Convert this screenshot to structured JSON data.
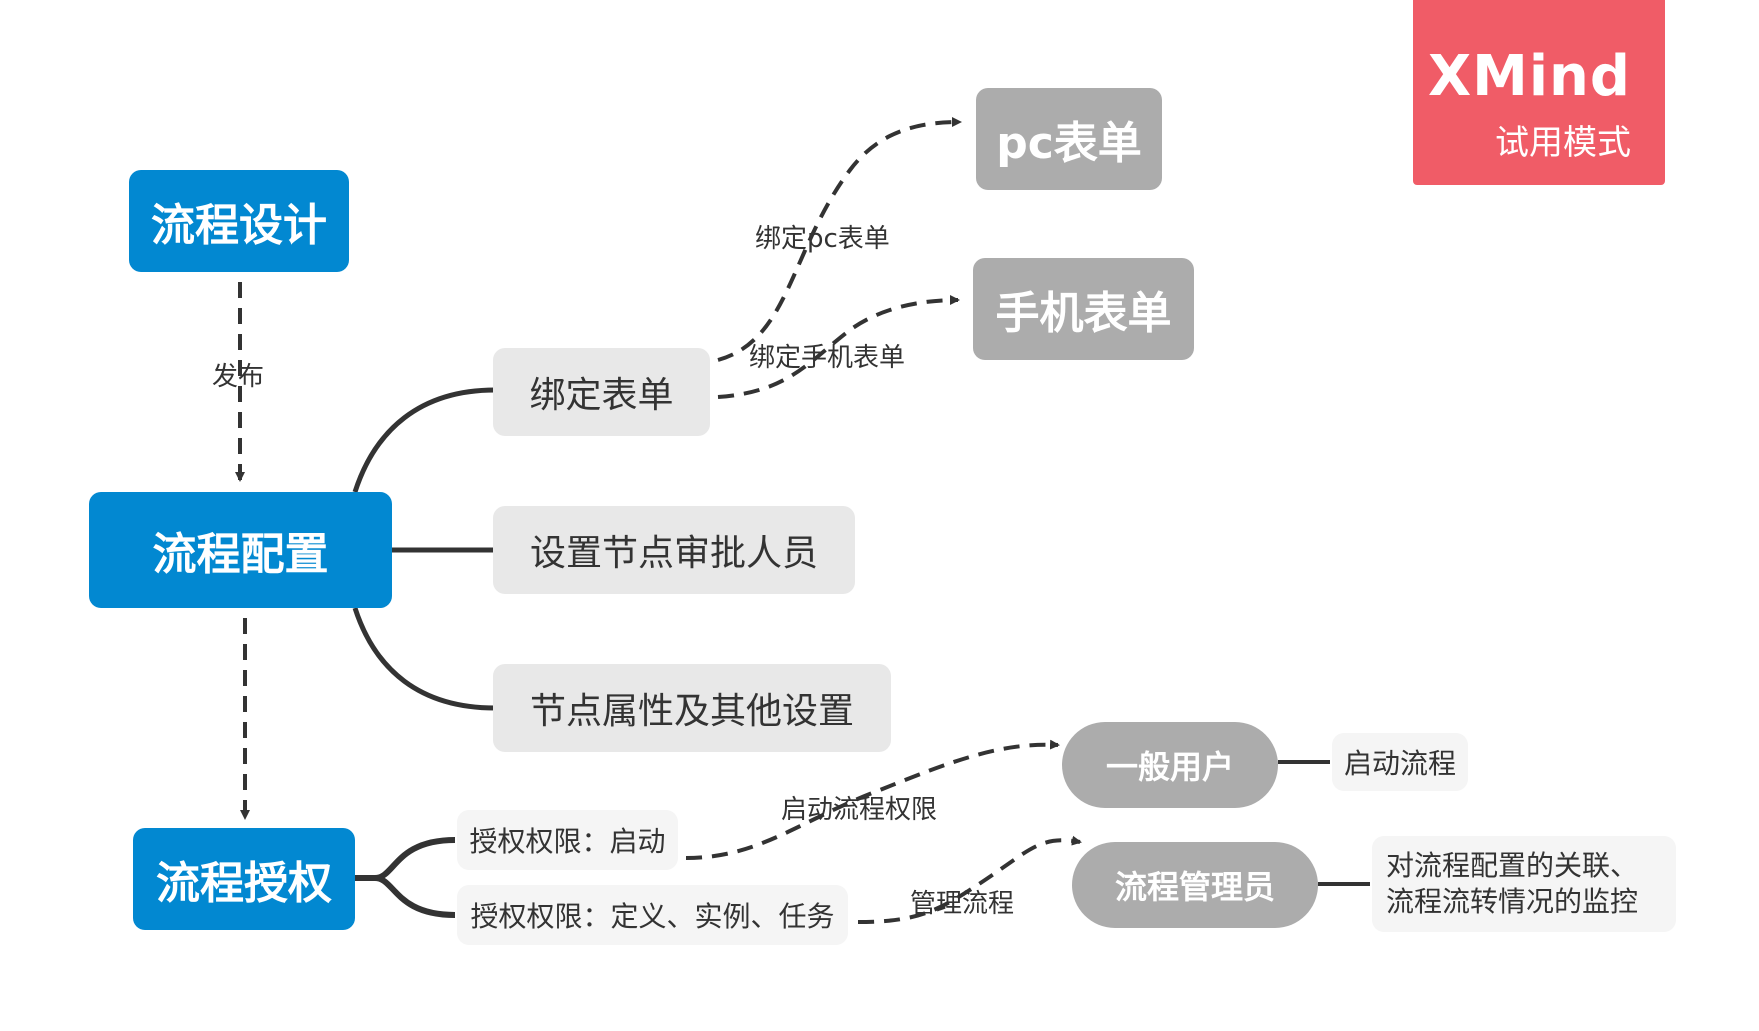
{
  "watermark": {
    "brand": "XMind",
    "mode": "试用模式",
    "color": "#f05c67"
  },
  "colors": {
    "primary_node": "#0288d1",
    "secondary_node": "#acacac",
    "subtopic": "#e8e8e8",
    "detail": "#f5f5f5",
    "line": "#333333"
  },
  "nodes": {
    "design": "流程设计",
    "config": "流程配置",
    "auth": "流程授权",
    "bind_form": "绑定表单",
    "set_approvers": "设置节点审批人员",
    "node_props": "节点属性及其他设置",
    "pc_form": "pc表单",
    "mobile_form": "手机表单",
    "auth_start": "授权权限：启动",
    "auth_define": "授权权限：定义、实例、任务",
    "general_user": "一般用户",
    "admin": "流程管理员",
    "start_process": "启动流程",
    "admin_desc_line1": "对流程配置的关联、",
    "admin_desc_line2": "流程流转情况的监控"
  },
  "edge_labels": {
    "publish": "发布",
    "bind_pc": "绑定pc表单",
    "bind_mobile": "绑定手机表单",
    "start_permission": "启动流程权限",
    "manage_process": "管理流程"
  }
}
